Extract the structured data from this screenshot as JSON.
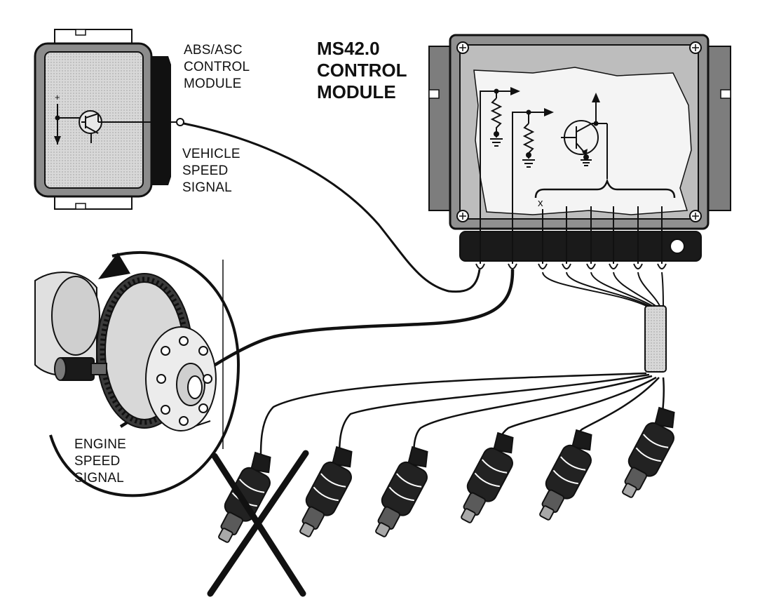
{
  "labels": {
    "abs_module": [
      "ABS/ASC",
      "CONTROL",
      "MODULE"
    ],
    "vehicle_speed": [
      "VEHICLE",
      "SPEED",
      "SIGNAL"
    ],
    "ecm": [
      "MS42.0",
      "CONTROL",
      "MODULE"
    ],
    "engine_speed": [
      "ENGINE",
      "SPEED",
      "SIGNAL"
    ],
    "plus_sign": "+",
    "disabled_output_mark": "x"
  },
  "colors": {
    "ink": "#111111",
    "housing_gray": "#8a8a8a",
    "panel_gray": "#bdbdbd",
    "light_gray": "#e2e2e2"
  }
}
